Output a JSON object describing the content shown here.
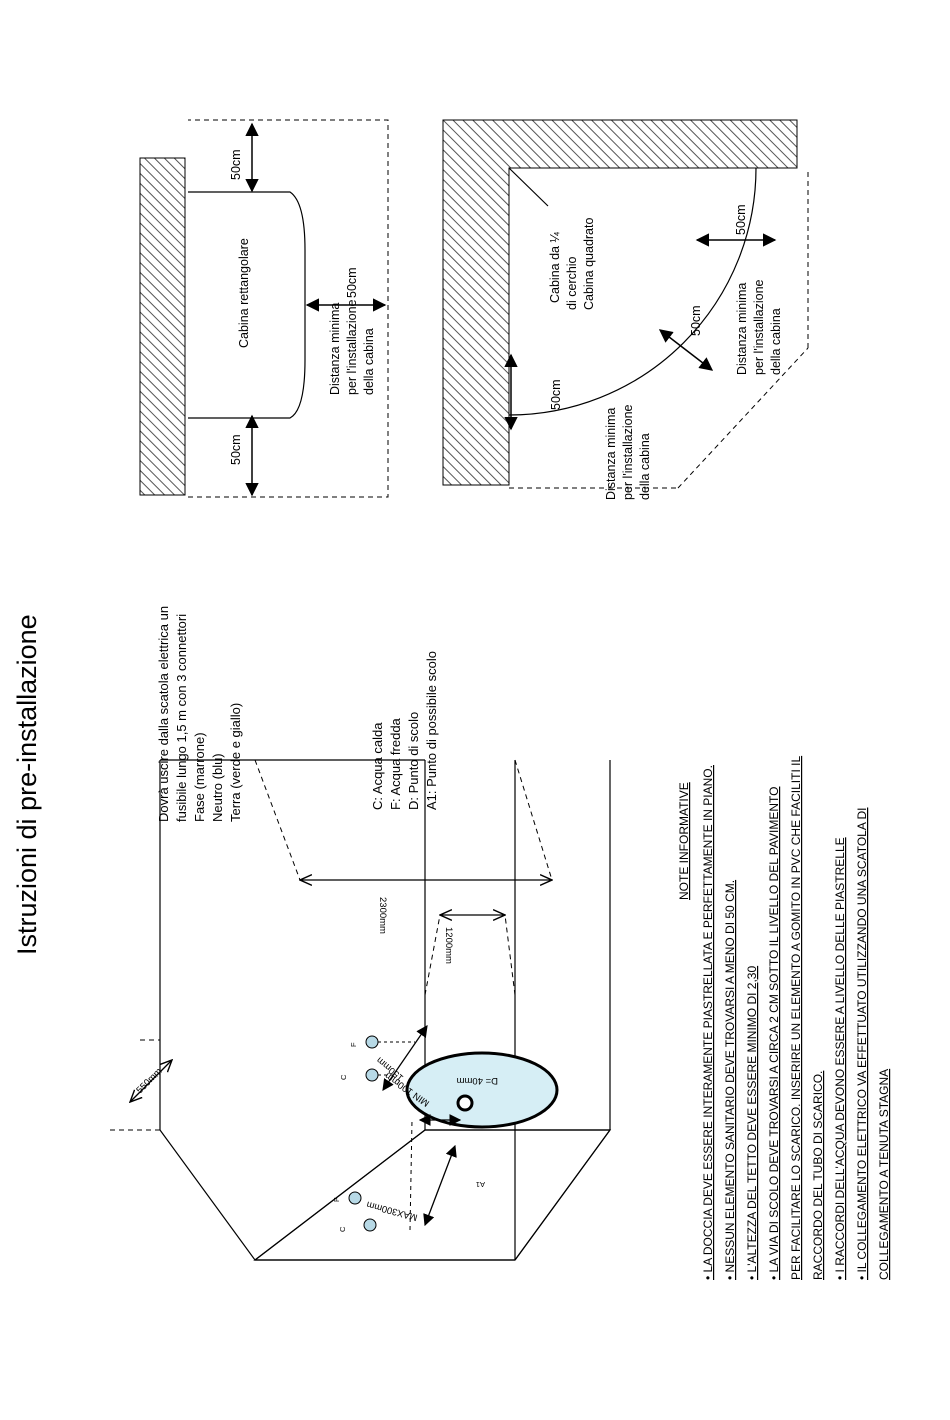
{
  "title": "Istruzioni di pre-installazione",
  "electrical": {
    "line1": "Dovrà uscire dalla scatola elettrica un",
    "line2": "fusibile lungo 1,5 m con 3 connettori",
    "line3": "Fase (marrone)",
    "line4": "Neutro (blu)",
    "line5": "Terra (verde e giallo)"
  },
  "legend": {
    "c": "C: Acqua calda",
    "f": "F: Acqua fredda",
    "d": "D: Punto di scolo",
    "a1": "A1: Punto di possibile scolo"
  },
  "rect_diagram": {
    "cabin_label": "Cabina rettangolare",
    "dist_left": "50cm",
    "dist_right": "50cm",
    "dist_front": "50cm",
    "min_line1": "Distanza minima",
    "min_line2": "per l'installazione",
    "min_line3": "della cabina"
  },
  "quarter_diagram": {
    "label1": "Cabina da ¼",
    "label2": "di cerchio",
    "label3": "Cabina quadrato",
    "dist_a": "50cm",
    "dist_b": "50cm",
    "dist_c": "50cm",
    "minA_line1": "Distanza minima",
    "minA_line2": "per l'installazione",
    "minA_line3": "della cabina",
    "minB_line1": "Distanza minima",
    "minB_line2": "per l'installazione",
    "minB_line3": "della cabina"
  },
  "iso_diagram": {
    "height": "2300mm",
    "width": "1200mm",
    "depth": "550mm",
    "spacing": "150mm",
    "min": "MIN 100mm",
    "max": "MAX300mm",
    "drain": "D= 40mm",
    "a1": "A1",
    "c": "C",
    "f": "F"
  },
  "notes": {
    "heading": "NOTE INFORMATIVE",
    "items": [
      "• LA DOCCIA DEVE ESSERE INTERAMENTE PIASTRELLATA E PERFETTAMENTE IN PIANO.",
      "• NESSUN ELEMENTO SANITARIO DEVE TROVARSI A MENO DI 50 CM.",
      "• L'ALTEZZA DEL TETTO DEVE ESSERE MINIMO DI 2,30",
      "• LA VIA DI SCOLO DEVE TROVARSI A CIRCA 2 CM SOTTO IL LIVELLO DEL PAVIMENTO",
      "PER FACILITARE LO SCARICO. INSERIRE UN ELEMENTO A GOMITO IN PVC CHE FACILITI IL",
      "RACCORDO DEL TUBO DI SCARICO.",
      "• I RACCORDI DELL'ACQUA DEVONO ESSERE A LIVELLO DELLE PIASTRELLE",
      "• IL COLLEGAMENTO ELETTRICO VA EFFETTUATO UTILIZZANDO UNA SCATOLA DI",
      "COLLEGAMENTO A TENUTA STAGNA"
    ]
  },
  "colors": {
    "drain_fill": "#d6eef5",
    "valve_fill": "#b7d9e6"
  }
}
